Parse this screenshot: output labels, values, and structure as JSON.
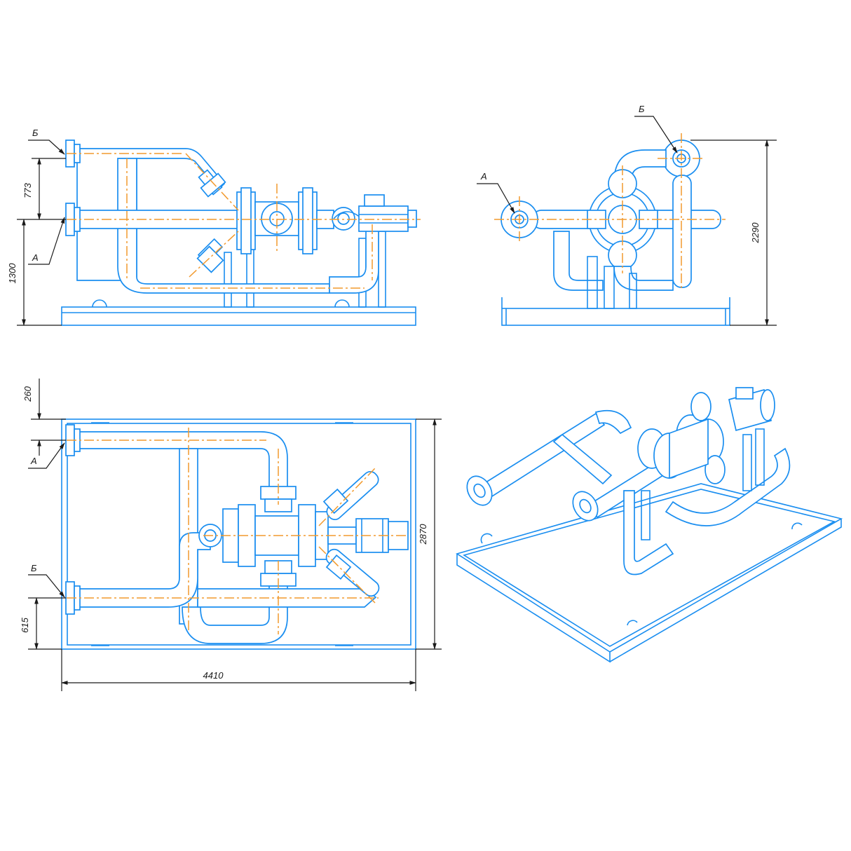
{
  "dimensions": {
    "front_flange_spacing": "773",
    "front_height": "1300",
    "side_height": "2290",
    "plan_top_offset": "260",
    "plan_bottom_offset": "615",
    "plan_width": "2870",
    "plan_length": "4410"
  },
  "labels": {
    "port_a": "А",
    "port_b": "Б"
  },
  "colors": {
    "outline": "#1a8ef0",
    "centerline": "#f29a2e",
    "dimension": "#1a1a1a"
  }
}
